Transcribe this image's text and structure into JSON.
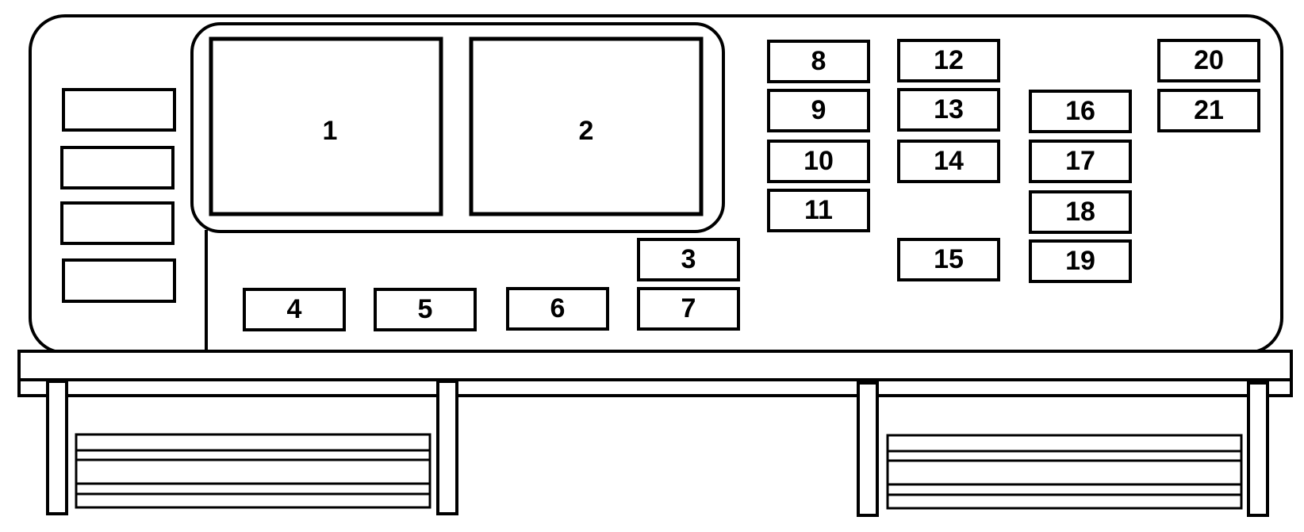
{
  "diagram": {
    "relays": [
      {
        "id": "relay-1",
        "label": "1"
      },
      {
        "id": "relay-2",
        "label": "2"
      }
    ],
    "fuses": [
      {
        "id": "fuse-3",
        "label": "3"
      },
      {
        "id": "fuse-4",
        "label": "4"
      },
      {
        "id": "fuse-5",
        "label": "5"
      },
      {
        "id": "fuse-6",
        "label": "6"
      },
      {
        "id": "fuse-7",
        "label": "7"
      },
      {
        "id": "fuse-8",
        "label": "8"
      },
      {
        "id": "fuse-9",
        "label": "9"
      },
      {
        "id": "fuse-10",
        "label": "10"
      },
      {
        "id": "fuse-11",
        "label": "11"
      },
      {
        "id": "fuse-12",
        "label": "12"
      },
      {
        "id": "fuse-13",
        "label": "13"
      },
      {
        "id": "fuse-14",
        "label": "14"
      },
      {
        "id": "fuse-15",
        "label": "15"
      },
      {
        "id": "fuse-16",
        "label": "16"
      },
      {
        "id": "fuse-17",
        "label": "17"
      },
      {
        "id": "fuse-18",
        "label": "18"
      },
      {
        "id": "fuse-19",
        "label": "19"
      },
      {
        "id": "fuse-20",
        "label": "20"
      },
      {
        "id": "fuse-21",
        "label": "21"
      }
    ],
    "colors": {
      "stroke": "#000000",
      "fill": "#ffffff"
    }
  }
}
